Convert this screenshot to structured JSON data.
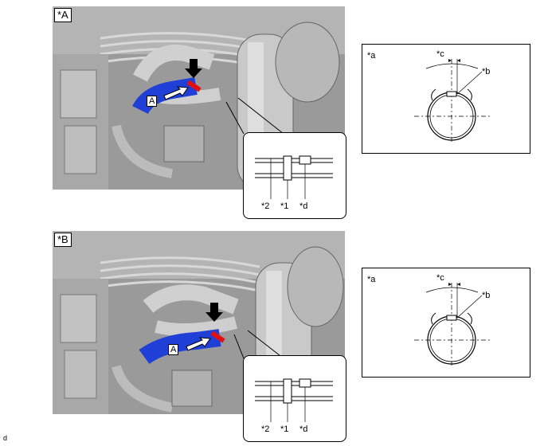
{
  "panel_a": {
    "tag": "*A",
    "view_label": "A",
    "inset": {
      "label_1": "*2",
      "label_2": "*1",
      "label_3": "*d"
    },
    "clamp_detail": {
      "label_a": "*a",
      "label_b": "*b",
      "label_c": "*c"
    }
  },
  "panel_b": {
    "tag": "*B",
    "view_label": "A",
    "inset": {
      "label_1": "*2",
      "label_2": "*1",
      "label_3": "*d"
    },
    "clamp_detail": {
      "label_a": "*a",
      "label_b": "*b",
      "label_c": "*c"
    }
  },
  "footer_code": "d",
  "colors": {
    "hose": "#1f3fd6",
    "clamp": "#e01010",
    "background": "#8f8f8f",
    "arrow": "#000000"
  }
}
